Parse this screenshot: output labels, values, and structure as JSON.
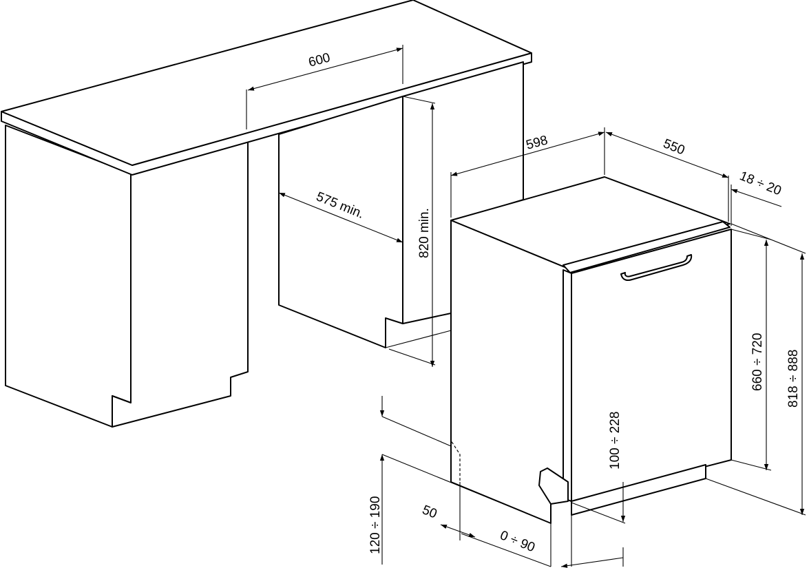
{
  "dimensions": {
    "niche_width": "600",
    "niche_depth": "575 min.",
    "niche_height": "820 min.",
    "appliance_width": "598",
    "appliance_depth": "550",
    "door_panel_thickness": "18 ÷ 20",
    "door_height": "660 ÷ 720",
    "total_height": "818 ÷ 888",
    "plinth_range": "100 ÷ 228",
    "foot_height": "120 ÷ 190",
    "foot_offset": "50",
    "feet_range": "0 ÷ 90"
  }
}
